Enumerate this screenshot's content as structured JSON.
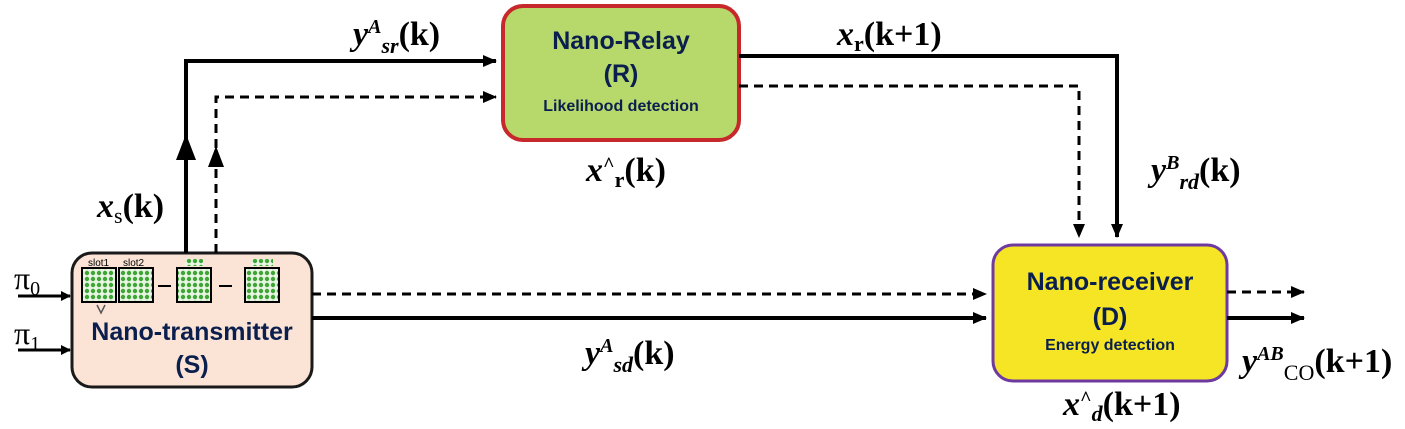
{
  "relay": {
    "title": "Nano-Relay",
    "node": "(R)",
    "method": "Likelihood detection",
    "fill": "#b7d86a",
    "border": "#c7282b"
  },
  "transmitter": {
    "title": "Nano-transmitter",
    "node": "(S)",
    "fill": "#fbe4d6",
    "border": "#1a1a1a",
    "slot1": "slot1",
    "slot2": "slot2"
  },
  "receiver": {
    "title": "Nano-receiver",
    "node": "(D)",
    "method": "Energy detection",
    "fill": "#f5e524",
    "border": "#6f3aa0"
  },
  "inputs": {
    "pi0": "π",
    "pi0_sub": "0",
    "pi1": "π",
    "pi1_sub": "1"
  },
  "labels": {
    "xs": {
      "base": "x",
      "sub": "s",
      "arg": "(k)"
    },
    "ysr": {
      "base": "y",
      "sup": "A",
      "sub": "sr",
      "arg": "(k)"
    },
    "xr": {
      "base": "x",
      "sub": "r",
      "arg": "(k+1)"
    },
    "xhat_r": {
      "base": "x",
      "sup": "^",
      "sub": "r",
      "arg": "(k)"
    },
    "yrd": {
      "base": "y",
      "sup": "B",
      "sub": "rd",
      "arg": "(k)"
    },
    "ysd": {
      "base": "y",
      "sup": "A",
      "sub": "sd",
      "arg": "(k)"
    },
    "xhat_d": {
      "base": "x",
      "sup": "^",
      "sub": "d",
      "arg": "(k+1)"
    },
    "yco": {
      "base": "y",
      "sup": "AB",
      "sub": "CO",
      "arg": "(k+1)"
    }
  },
  "colors": {
    "line": "#000000",
    "molecule": "#3fa535"
  }
}
